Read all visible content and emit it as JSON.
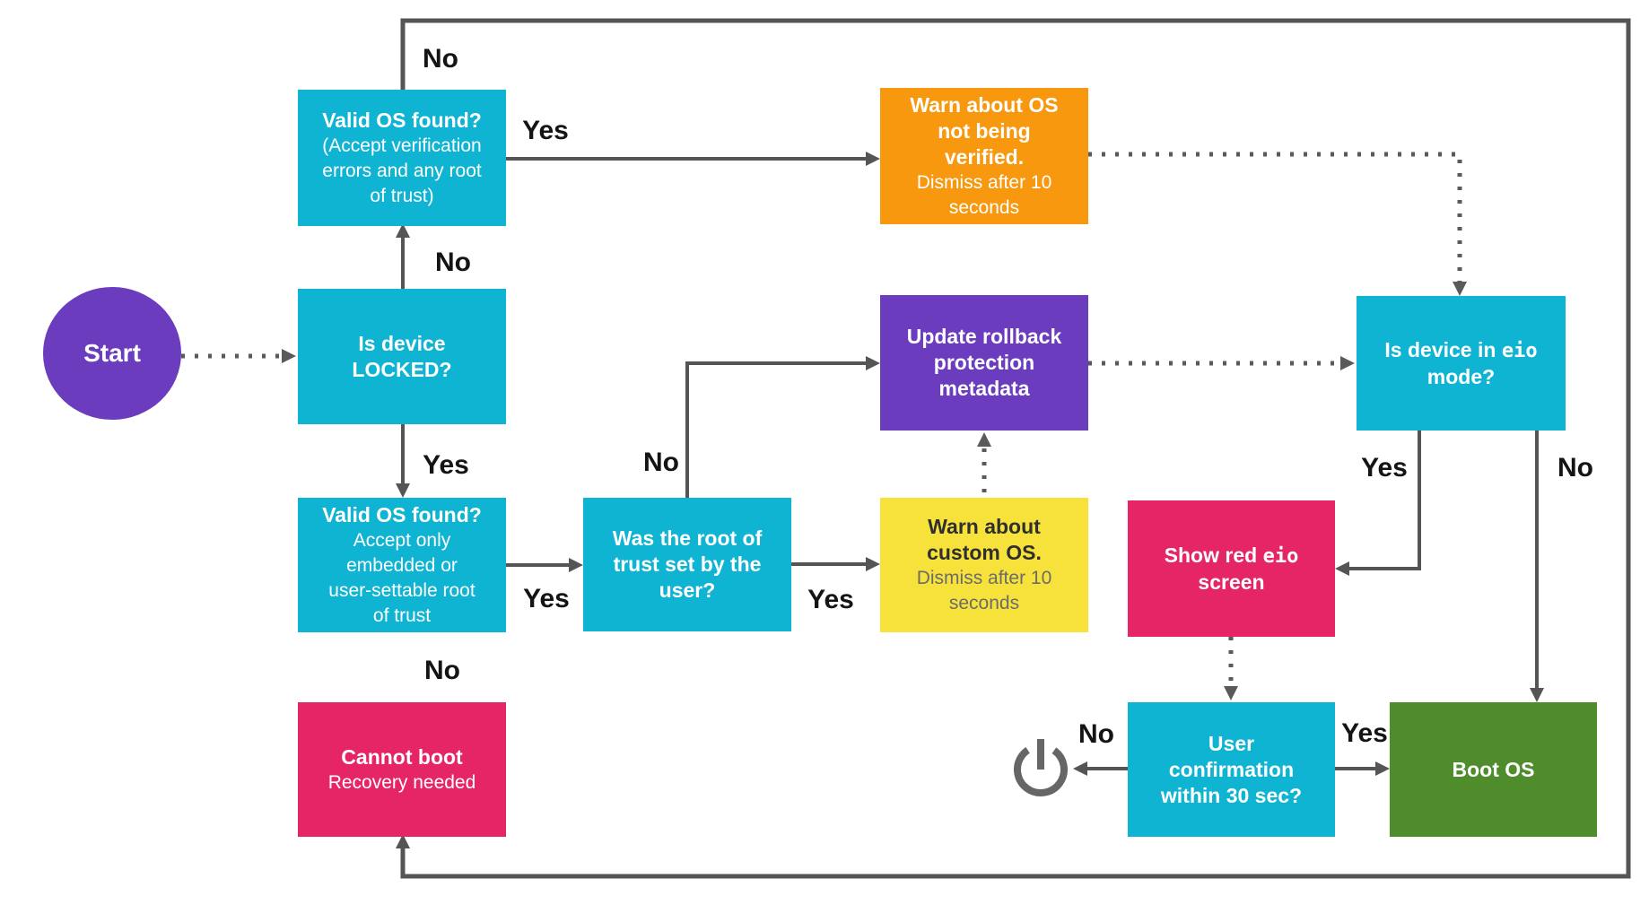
{
  "nodes": {
    "start": {
      "label": "Start"
    },
    "valid_os_any": {
      "title": "Valid OS found?",
      "subtitle": "(Accept verification\nerrors and any root\nof trust)"
    },
    "warn_not_verified": {
      "title": "Warn about OS\nnot being\nverified.",
      "subtitle": "Dismiss after 10\nseconds"
    },
    "is_locked": {
      "title": "Is device\nLOCKED?"
    },
    "update_rollback": {
      "title": "Update rollback\nprotection\nmetadata"
    },
    "is_eio": {
      "pre": "Is device in ",
      "code": "eio",
      "post": "mode?"
    },
    "valid_os_strict": {
      "title": "Valid OS found?",
      "subtitle": "Accept only\nembedded or\nuser-settable root\nof trust"
    },
    "was_root_user": {
      "title": "Was the root of\ntrust set by the\nuser?"
    },
    "warn_custom": {
      "title": "Warn about\ncustom OS.",
      "subtitle": "Dismiss after 10\nseconds"
    },
    "show_red_eio": {
      "pre": "Show red ",
      "code": "eio",
      "post": "screen"
    },
    "cannot_boot": {
      "title": "Cannot boot",
      "subtitle": "Recovery needed"
    },
    "user_confirm": {
      "title": "User\nconfirmation\nwithin 30 sec?"
    },
    "boot_os": {
      "title": "Boot OS"
    }
  },
  "labels": {
    "top_loop_no": "No",
    "valid_any_yes": "Yes",
    "locked_no": "No",
    "locked_yes": "Yes",
    "strict_yes": "Yes",
    "strict_no": "No",
    "root_no": "No",
    "root_yes": "Yes",
    "eio_yes": "Yes",
    "eio_no": "No",
    "confirm_no": "No",
    "confirm_yes": "Yes"
  },
  "icons": {
    "power": "power-symbol"
  },
  "colors": {
    "cyan": "#10B4D3",
    "orange": "#F8980E",
    "purple": "#6B3CBE",
    "yellow": "#F7E23C",
    "pink": "#E62566",
    "green": "#4F8C2C",
    "wire": "#555555",
    "wire-dot": "#5A5A5A",
    "label": "#141414"
  }
}
